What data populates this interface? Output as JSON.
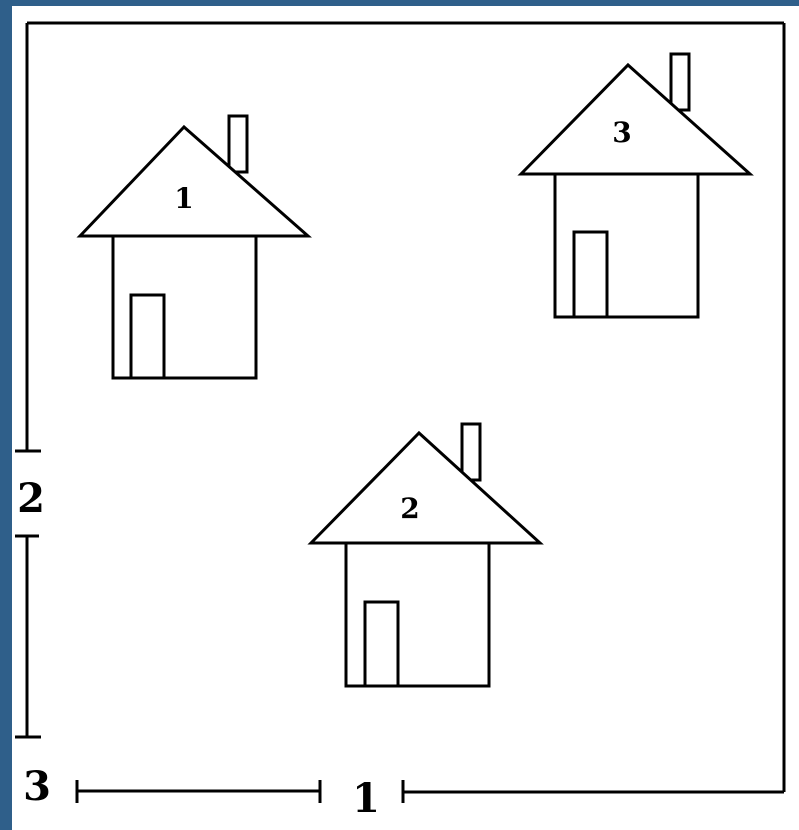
{
  "colors": {
    "frame_band": "#2f5f8a",
    "background": "#ffffff",
    "ink": "#000000"
  },
  "houses": [
    {
      "label": "1"
    },
    {
      "label": "2"
    },
    {
      "label": "3"
    }
  ],
  "markers": {
    "left_side_label": "2",
    "bottom_left_label": "3",
    "bottom_middle_label": "1"
  }
}
